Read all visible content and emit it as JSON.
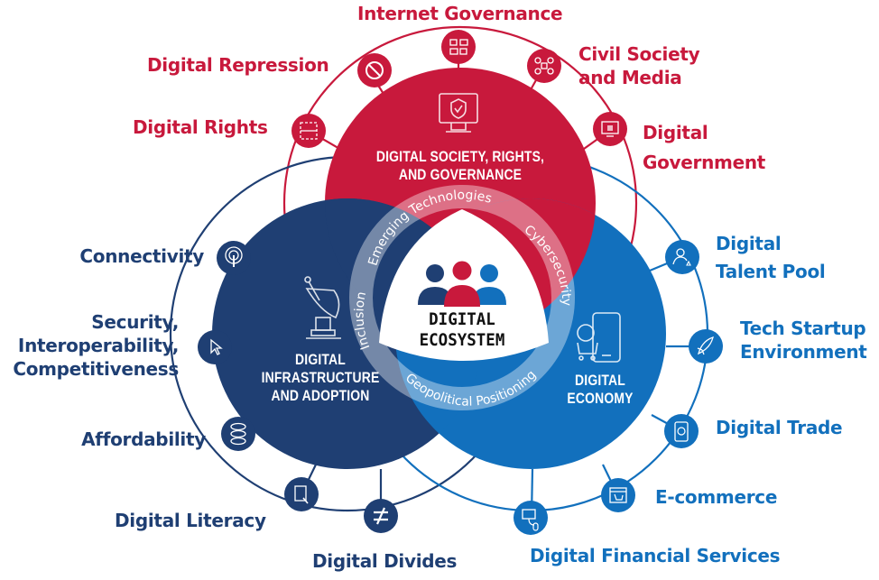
{
  "colors": {
    "red": "#c8193c",
    "navy": "#1f3f73",
    "blue": "#1270bd",
    "center_bg": "#ffffff",
    "ring_red": "#e27a8f",
    "ring_navy": "#7d8fb1",
    "ring_blue": "#6aaad8"
  },
  "center": {
    "title_line1": "DIGITAL",
    "title_line2": "ECOSYSTEM",
    "icon": "people-group-icon"
  },
  "ring_themes": [
    {
      "label": "Emerging Technologies"
    },
    {
      "label": "Cybersecurity"
    },
    {
      "label": "Geopolitical Positioning"
    },
    {
      "label": "Inclusion"
    }
  ],
  "pillars": {
    "society": {
      "line1": "DIGITAL SOCIETY, RIGHTS,",
      "line2": "AND GOVERNANCE",
      "icon": "monitor-shield-icon",
      "color": "#c8193c"
    },
    "infrastructure": {
      "line1": "DIGITAL",
      "line2": "INFRASTRUCTURE",
      "line3": "AND ADOPTION",
      "icon": "satellite-dish-icon",
      "color": "#1f3f73"
    },
    "economy": {
      "line1": "DIGITAL",
      "line2": "ECONOMY",
      "icon": "mobile-payment-icon",
      "color": "#1270bd"
    }
  },
  "nodes": {
    "society": [
      {
        "label": "Internet Governance",
        "icon": "people-network-icon"
      },
      {
        "label": "Digital Repression",
        "icon": "prohibited-icon"
      },
      {
        "label": "Civil Society\nand Media",
        "line1": "Civil Society",
        "line2": "and Media",
        "icon": "network-hub-icon"
      },
      {
        "label": "Digital Rights",
        "icon": "qr-scan-icon"
      },
      {
        "label": "Digital\nGovernment",
        "line1": "Digital",
        "line2": "Government",
        "icon": "monitor-building-icon"
      }
    ],
    "infrastructure": [
      {
        "label": "Connectivity",
        "icon": "wireless-signal-icon"
      },
      {
        "label": "Security,\nInteroperability,\nCompetitiveness",
        "line1": "Security,",
        "line2": "Interoperability,",
        "line3": "Competitiveness",
        "icon": "cursor-icon"
      },
      {
        "label": "Affordability",
        "icon": "coin-stack-icon"
      },
      {
        "label": "Digital Literacy",
        "icon": "tablet-touch-icon"
      },
      {
        "label": "Digital Divides",
        "icon": "not-equal-icon"
      }
    ],
    "economy": [
      {
        "label": "Digital\nTalent Pool",
        "line1": "Digital",
        "line2": "Talent Pool",
        "icon": "person-star-icon"
      },
      {
        "label": "Tech Startup\nEnvironment",
        "line1": "Tech Startup",
        "line2": "Environment",
        "icon": "rocket-icon"
      },
      {
        "label": "Digital Trade",
        "icon": "mobile-globe-icon"
      },
      {
        "label": "E-commerce",
        "icon": "web-cart-icon"
      },
      {
        "label": "Digital Financial Services",
        "icon": "computer-mouse-icon"
      }
    ]
  }
}
